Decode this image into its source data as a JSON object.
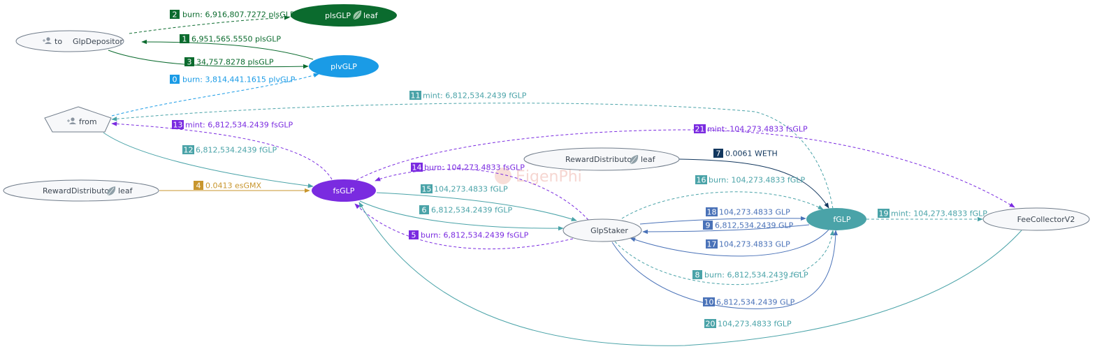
{
  "watermark": "EigenPhi",
  "colors": {
    "green": "#0b6b2e",
    "blue": "#1a9be6",
    "teal": "#4aa3a8",
    "purple": "#7a2be0",
    "orange": "#c8962e",
    "navy": "#12375e",
    "steel": "#4a72b8",
    "node_stroke": "#707c8a",
    "node_fill": "#f7f8fa",
    "node_text": "#3c4652"
  },
  "nodes": {
    "to": {
      "label": "to",
      "name": "GlpDepositor",
      "icon": "user-icon"
    },
    "plsGLP": {
      "label": "plsGLP",
      "suffix": "leaf",
      "icon": "leaf-icon"
    },
    "plvGLP": {
      "label": "plvGLP"
    },
    "from": {
      "label": "from",
      "icon": "user-icon"
    },
    "reward_left": {
      "label": "RewardDistributor",
      "suffix": "leaf",
      "icon": "leaf-icon"
    },
    "fsGLP": {
      "label": "fsGLP"
    },
    "reward_mid": {
      "label": "RewardDistributor",
      "suffix": "leaf",
      "icon": "leaf-icon"
    },
    "glpStaker": {
      "label": "GlpStaker"
    },
    "fGLP": {
      "label": "fGLP"
    },
    "feeCollector": {
      "label": "FeeCollectorV2"
    }
  },
  "edges": [
    {
      "num": "0",
      "text": "burn: 3,814,441.1615 plvGLP"
    },
    {
      "num": "1",
      "text": "6,951,565.5550 plsGLP"
    },
    {
      "num": "2",
      "text": "burn: 6,916,807.7272 plsGLP"
    },
    {
      "num": "3",
      "text": "34,757.8278 plsGLP"
    },
    {
      "num": "4",
      "text": "0.0413 esGMX"
    },
    {
      "num": "5",
      "text": "burn: 6,812,534.2439 fsGLP"
    },
    {
      "num": "6",
      "text": "6,812,534.2439 fGLP"
    },
    {
      "num": "7",
      "text": "0.0061 WETH"
    },
    {
      "num": "8",
      "text": "burn: 6,812,534.2439 fGLP"
    },
    {
      "num": "9",
      "text": "6,812,534.2439 GLP"
    },
    {
      "num": "10",
      "text": "6,812,534.2439 GLP"
    },
    {
      "num": "11",
      "text": "mint: 6,812,534.2439 fGLP"
    },
    {
      "num": "12",
      "text": "6,812,534.2439 fGLP"
    },
    {
      "num": "13",
      "text": "mint: 6,812,534.2439 fsGLP"
    },
    {
      "num": "14",
      "text": "burn: 104,273.4833 fsGLP"
    },
    {
      "num": "15",
      "text": "104,273.4833 fGLP"
    },
    {
      "num": "16",
      "text": "burn: 104,273.4833 fGLP"
    },
    {
      "num": "17",
      "text": "104,273.4833 GLP"
    },
    {
      "num": "18",
      "text": "104,273.4833 GLP"
    },
    {
      "num": "19",
      "text": "mint: 104,273.4833 fGLP"
    },
    {
      "num": "20",
      "text": "104,273.4833 fGLP"
    },
    {
      "num": "21",
      "text": "mint: 104,273.4833 fsGLP"
    }
  ]
}
